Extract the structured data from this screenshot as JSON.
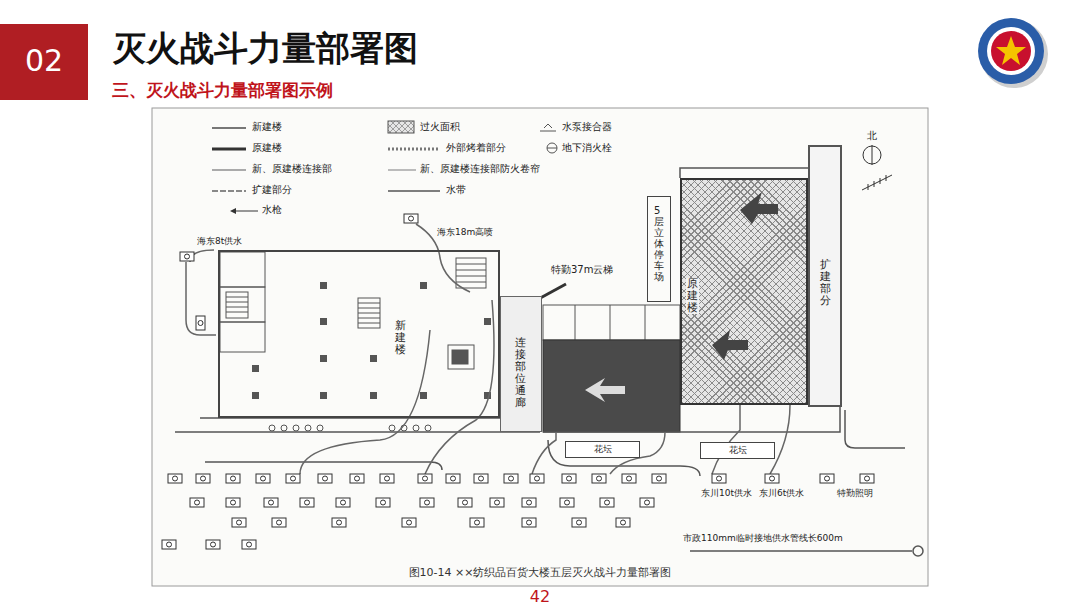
{
  "diagram": {
    "title": "灭火战斗力量部署图",
    "caption": "图10-14 ××纺织品百货大楼五层灭火战斗力量部署图",
    "nodes": [
      {
        "text": [
          "新建楼"
        ]
      },
      {
        "text": [
          "连接部位通廊"
        ]
      },
      {
        "text": [
          "5层立体停车场"
        ]
      },
      {
        "text": [
          "原建楼"
        ]
      },
      {
        "text": [
          "扩建部分"
        ]
      },
      {
        "text": [
          "花坛"
        ]
      },
      {
        "text": [
          "花坛"
        ]
      }
    ],
    "labels": [
      "02",
      "三、灭火战斗力量部署图示例",
      "北",
      "海东8t供水",
      "海东18m高喷",
      "特勤37m云梯",
      "东川10t供水",
      "东川6t供水",
      "特勤照明",
      "市政110mm临时接地供水管线长600m",
      "42"
    ],
    "legend": [
      {
        "text": "新建楼"
      },
      {
        "text": "原建楼"
      },
      {
        "text": "新、原建楼连接部"
      },
      {
        "text": "扩建部分"
      },
      {
        "text": "水枪"
      },
      {
        "text": "过火面积"
      },
      {
        "text": "外部烤着部分"
      },
      {
        "text": "新、原建楼连接部防火卷帘"
      },
      {
        "text": "水带"
      },
      {
        "text": "水泵接合器"
      },
      {
        "text": "地下消火栓"
      }
    ]
  }
}
